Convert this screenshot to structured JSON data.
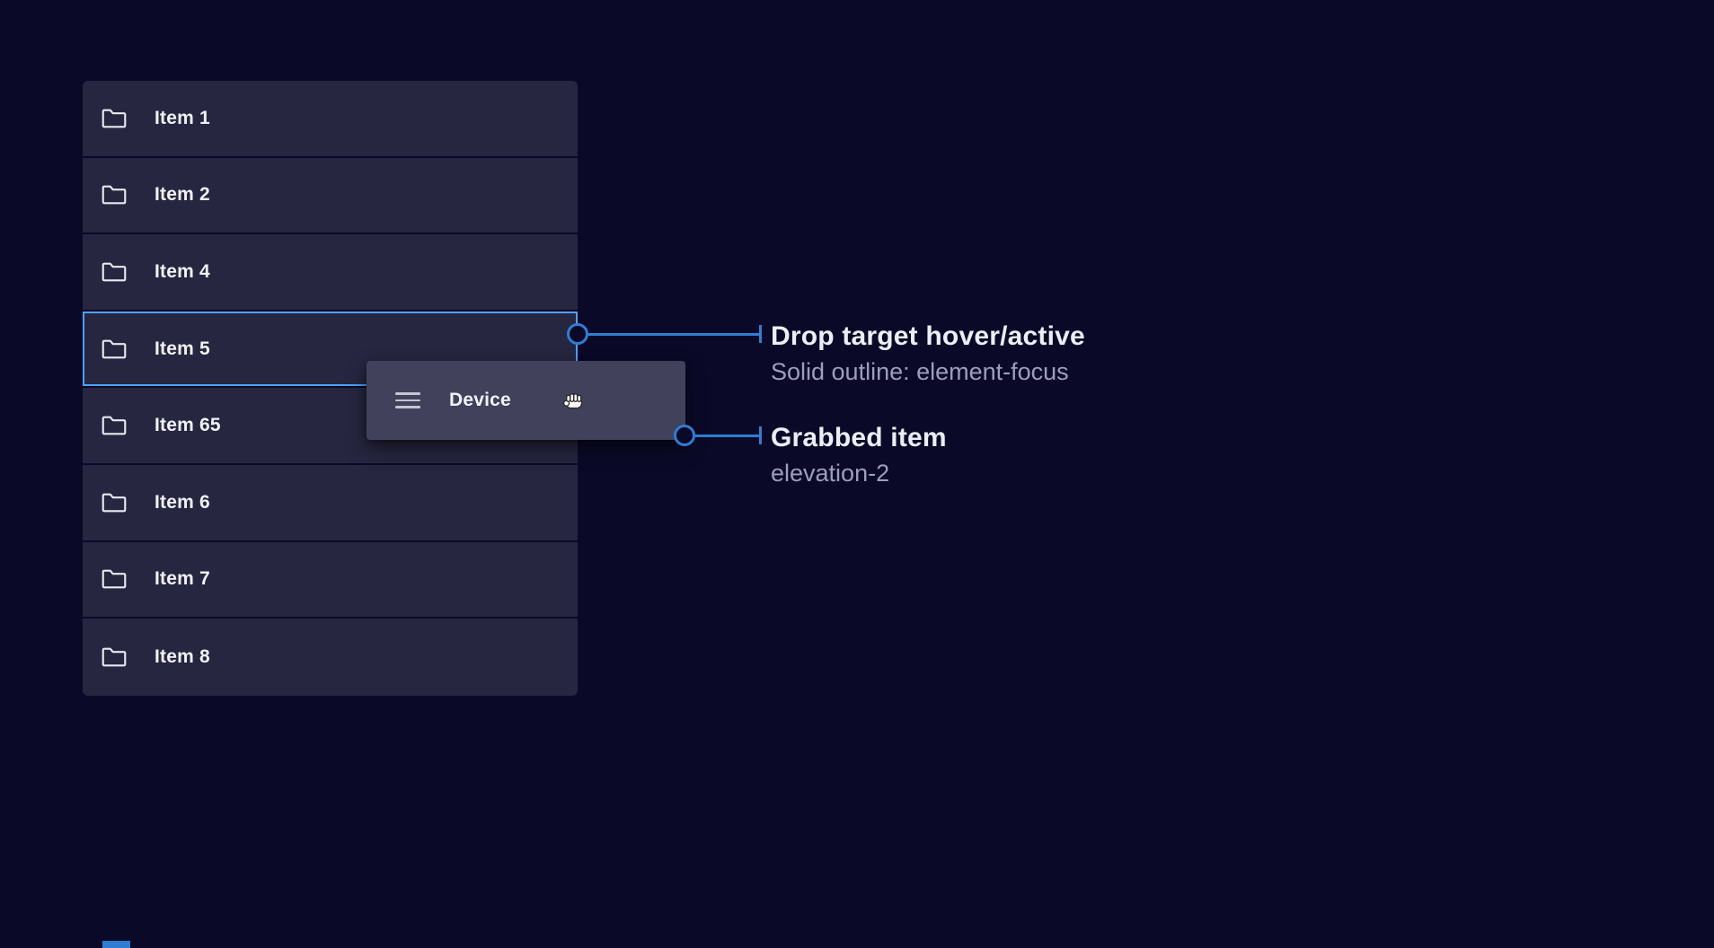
{
  "colors": {
    "page_bg": "#0a0a28",
    "row_bg": "#262640",
    "card_bg": "#41415c",
    "accent_blue": "#2f7dd3",
    "focus_outline": "#4da2ff",
    "title_text": "#eceef6",
    "subtitle_text": "#9c9fbb",
    "item_text": "#f1f2f7"
  },
  "list": {
    "items": [
      {
        "label": "Item 1"
      },
      {
        "label": "Item 2"
      },
      {
        "label": "Item 4"
      },
      {
        "label": "Item 5"
      },
      {
        "label": "Item 65"
      },
      {
        "label": "Item 6"
      },
      {
        "label": "Item 7"
      },
      {
        "label": "Item 8"
      }
    ],
    "drop_target_index": 3
  },
  "drag_card": {
    "label": "Device"
  },
  "callouts": [
    {
      "title": "Drop target hover/active",
      "subtitle": "Solid outline: element-focus"
    },
    {
      "title": "Grabbed item",
      "subtitle": "elevation-2"
    }
  ]
}
